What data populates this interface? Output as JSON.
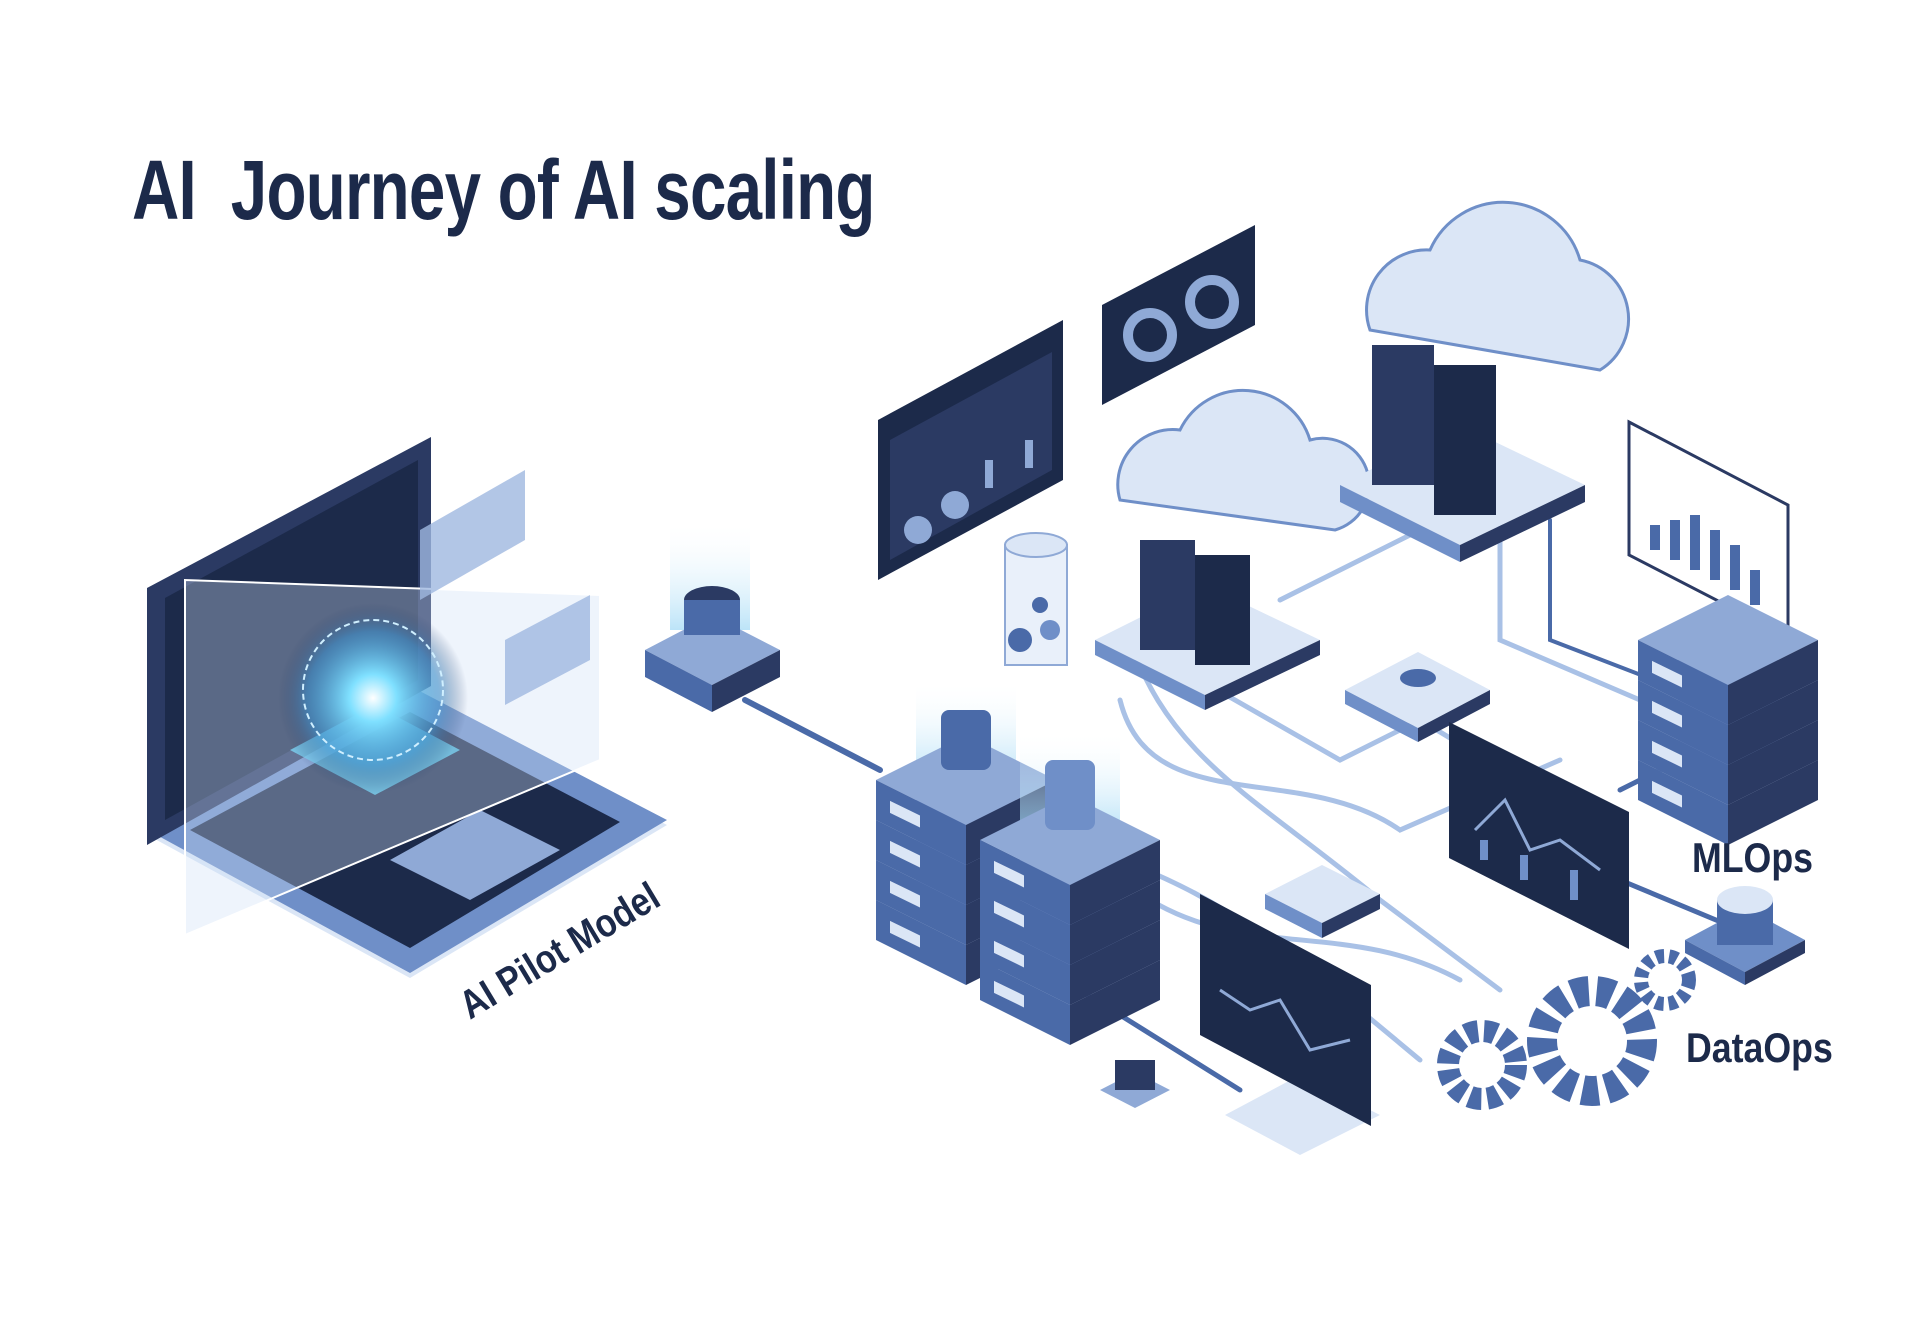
{
  "title": "AI  Journey of AI scaling",
  "labels": {
    "pilot": "AI Pilot Model",
    "mlops": "MLOps",
    "dataops": "DataOps"
  },
  "colors": {
    "navy": "#1c2a4a",
    "dark": "#2b3a63",
    "mid": "#4a6aa8",
    "light": "#8fa9d6",
    "pale": "#dbe6f6",
    "glow": "#7fe0ff"
  }
}
